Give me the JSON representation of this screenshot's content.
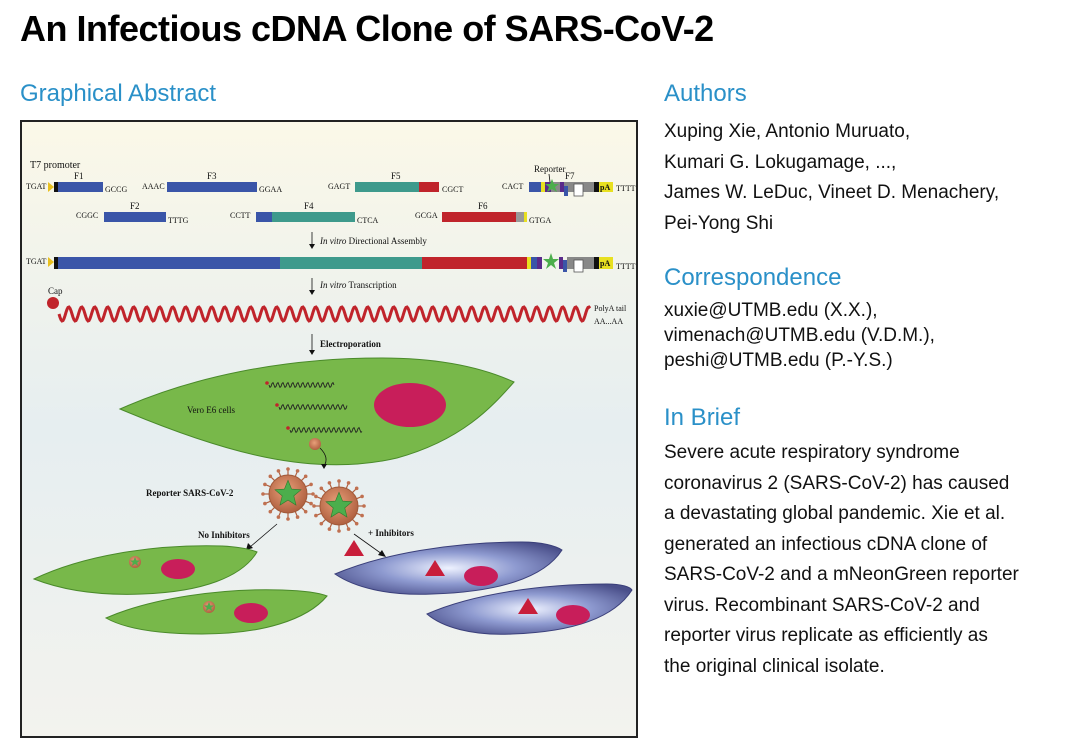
{
  "title": "An Infectious cDNA Clone of SARS-CoV-2",
  "graphical_abstract": {
    "heading": "Graphical Abstract",
    "labels": {
      "t7": "T7 promoter",
      "f1": "F1",
      "f2": "F2",
      "f3": "F3",
      "f4": "F4",
      "f5": "F5",
      "f6": "F6",
      "f7": "F7",
      "reporter": "Reporter",
      "pa": "pA",
      "j_tgat": "TGAT",
      "j_gccg": "GCCG",
      "j_cggc": "CGGC",
      "j_tttg": "TTTG",
      "j_aaac": "AAAC",
      "j_ggaa": "GGAA",
      "j_cctt": "CCTT",
      "j_ctca": "CTCA",
      "j_gagt": "GAGT",
      "j_cgct": "CGCT",
      "j_gcga": "GCGA",
      "j_gtga": "GTGA",
      "j_cact": "CACT",
      "j_tttt": "TTTT",
      "step1_italic": "In vitro",
      "step1_rest": " Directional Assembly",
      "step2_italic": "In vitro",
      "step2_rest": " Transcription",
      "cap": "Cap",
      "polya": "PolyA tail",
      "polya_seq": "AA...AA",
      "step3": "Electroporation",
      "vero": "Vero E6 cells",
      "reporter_virus": "Reporter SARS-CoV-2",
      "no_inhibitors": "No Inhibitors",
      "plus_inhibitors": "+ Inhibitors"
    },
    "colors": {
      "blue": "#3a55a8",
      "teal": "#3e9a8c",
      "red": "#c0242b",
      "cell_green": "#78b84a",
      "nucleus": "#c81e5a",
      "virus": "#c8805a",
      "star": "#4cae4c"
    }
  },
  "authors": {
    "heading": "Authors",
    "lines": [
      "Xuping Xie, Antonio Muruato,",
      "Kumari G. Lokugamage, ...,",
      "James W. LeDuc, Vineet D. Menachery,",
      "Pei-Yong Shi"
    ]
  },
  "correspondence": {
    "heading": "Correspondence",
    "lines": [
      "xuxie@UTMB.edu (X.X.),",
      "vimenach@UTMB.edu (V.D.M.),",
      "peshi@UTMB.edu (P.-Y.S.)"
    ]
  },
  "in_brief": {
    "heading": "In Brief",
    "lines": [
      "Severe acute respiratory syndrome",
      "coronavirus 2 (SARS-CoV-2) has caused",
      "a devastating global pandemic. Xie et al.",
      "generated an infectious cDNA clone of",
      "SARS-CoV-2 and a mNeonGreen reporter",
      "virus. Recombinant SARS-CoV-2 and",
      "reporter virus replicate as efficiently as",
      "the original clinical isolate."
    ]
  }
}
